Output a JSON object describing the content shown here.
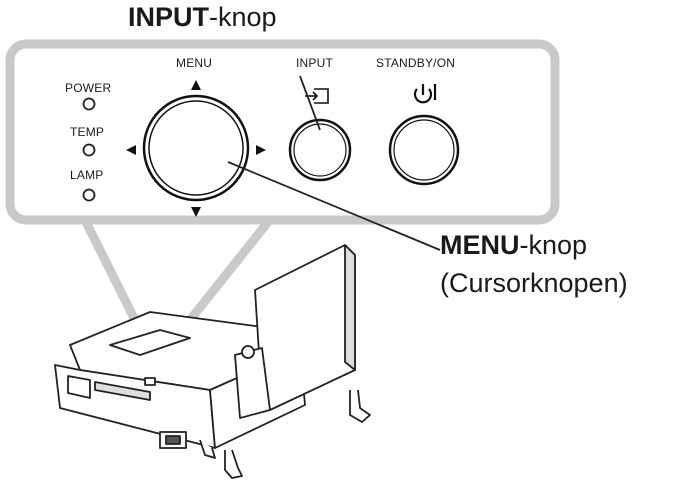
{
  "callouts": {
    "input_bold": "INPUT",
    "input_rest": "-knop",
    "menu_bold": "MENU",
    "menu_rest": "-knop",
    "menu_sub": "(Cursorknopen)"
  },
  "panel": {
    "menu_label": "MENU",
    "input_label": "INPUT",
    "standby_label": "STANDBY/ON",
    "power_label": "POWER",
    "temp_label": "TEMP",
    "lamp_label": "LAMP"
  },
  "colors": {
    "panel_border": "#c9c9c9",
    "line": "#222222"
  },
  "icons": [
    "input-icon",
    "power-icon",
    "arrow-up-icon",
    "arrow-down-icon",
    "arrow-left-icon",
    "arrow-right-icon"
  ]
}
